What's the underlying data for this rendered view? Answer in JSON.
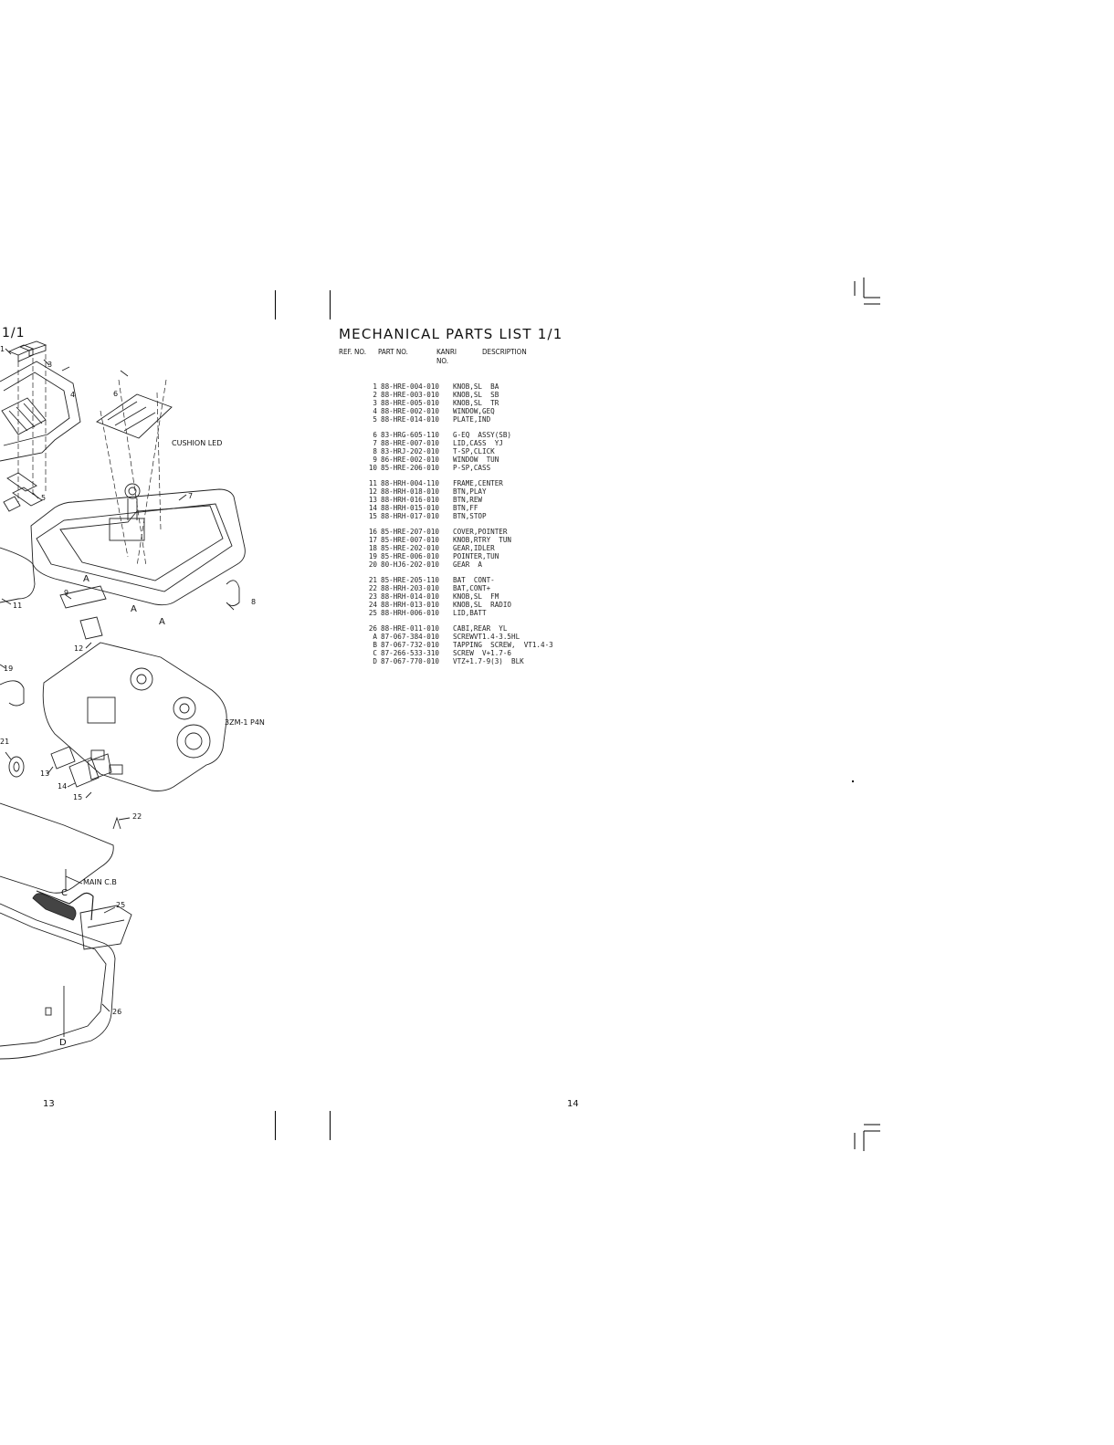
{
  "left_page": {
    "title_fragment": "1/1",
    "page_number": "13",
    "callouts": {
      "c1": "1",
      "c3": "3",
      "c4": "4",
      "c5": "5",
      "c6": "6",
      "c7": "7",
      "c8": "8",
      "c9": "9",
      "c11": "11",
      "c12": "12",
      "c13": "13",
      "c14": "14",
      "c15": "15",
      "c19": "19",
      "c21": "21",
      "c22": "22",
      "c25": "25",
      "c26": "26",
      "cA1": "A",
      "cA2": "A",
      "cA3": "A",
      "cC": "C",
      "cD": "D",
      "cushion_led": "CUSHION LED",
      "motor": "3ZM-1 P4N",
      "main_cb": "MAIN C.B"
    }
  },
  "right_page": {
    "title": "MECHANICAL  PARTS  LIST  1/1",
    "page_number": "14",
    "columns": {
      "ref": "REF. NO.",
      "part": "PART NO.",
      "kanri": "KANRI NO.",
      "desc": "DESCRIPTION"
    },
    "groups": [
      [
        {
          "ref": "1",
          "part": "88-HRE-004-010",
          "desc": "KNOB,SL  BA"
        },
        {
          "ref": "2",
          "part": "88-HRE-003-010",
          "desc": "KNOB,SL  SB"
        },
        {
          "ref": "3",
          "part": "88-HRE-005-010",
          "desc": "KNOB,SL  TR"
        },
        {
          "ref": "4",
          "part": "88-HRE-002-010",
          "desc": "WINDOW,GEQ"
        },
        {
          "ref": "5",
          "part": "88-HRE-014-010",
          "desc": "PLATE,IND"
        }
      ],
      [
        {
          "ref": "6",
          "part": "83-HRG-605-110",
          "desc": "G-EQ  ASSY(SB)"
        },
        {
          "ref": "7",
          "part": "88-HRE-007-010",
          "desc": "LID,CASS  YJ"
        },
        {
          "ref": "8",
          "part": "83-HRJ-202-010",
          "desc": "T-SP,CLICK"
        },
        {
          "ref": "9",
          "part": "86-HRE-002-010",
          "desc": "WINDOW  TUN"
        },
        {
          "ref": "10",
          "part": "85-HRE-206-010",
          "desc": "P-SP,CASS"
        }
      ],
      [
        {
          "ref": "11",
          "part": "88-HRH-004-110",
          "desc": "FRAME,CENTER"
        },
        {
          "ref": "12",
          "part": "88-HRH-018-010",
          "desc": "BTN,PLAY"
        },
        {
          "ref": "13",
          "part": "88-HRH-016-010",
          "desc": "BTN,REW"
        },
        {
          "ref": "14",
          "part": "88-HRH-015-010",
          "desc": "BTN,FF"
        },
        {
          "ref": "15",
          "part": "88-HRH-017-010",
          "desc": "BTN,STOP"
        }
      ],
      [
        {
          "ref": "16",
          "part": "85-HRE-207-010",
          "desc": "COVER,POINTER"
        },
        {
          "ref": "17",
          "part": "85-HRE-007-010",
          "desc": "KNOB,RTRY  TUN"
        },
        {
          "ref": "18",
          "part": "85-HRE-202-010",
          "desc": "GEAR,IDLER"
        },
        {
          "ref": "19",
          "part": "85-HRE-006-010",
          "desc": "POINTER,TUN"
        },
        {
          "ref": "20",
          "part": "80-HJ6-202-010",
          "desc": "GEAR  A"
        }
      ],
      [
        {
          "ref": "21",
          "part": "85-HRE-205-110",
          "desc": "BAT  CONT-"
        },
        {
          "ref": "22",
          "part": "88-HRH-203-010",
          "desc": "BAT,CONT+"
        },
        {
          "ref": "23",
          "part": "88-HRH-014-010",
          "desc": "KNOB,SL  FM"
        },
        {
          "ref": "24",
          "part": "88-HRH-013-010",
          "desc": "KNOB,SL  RADIO"
        },
        {
          "ref": "25",
          "part": "88-HRH-006-010",
          "desc": "LID,BATT"
        }
      ],
      [
        {
          "ref": "26",
          "part": "88-HRE-011-010",
          "desc": "CABI,REAR  YL"
        },
        {
          "ref": "A",
          "part": "87-067-384-010",
          "desc": "SCREWVT1.4-3.5HL"
        },
        {
          "ref": "B",
          "part": "87-067-732-010",
          "desc": "TAPPING  SCREW,  VT1.4-3"
        },
        {
          "ref": "C",
          "part": "87-266-533-310",
          "desc": "SCREW  V+1.7-6"
        },
        {
          "ref": "D",
          "part": "87-067-770-010",
          "desc": "VTZ+1.7-9(3)  BLK"
        }
      ]
    ]
  }
}
